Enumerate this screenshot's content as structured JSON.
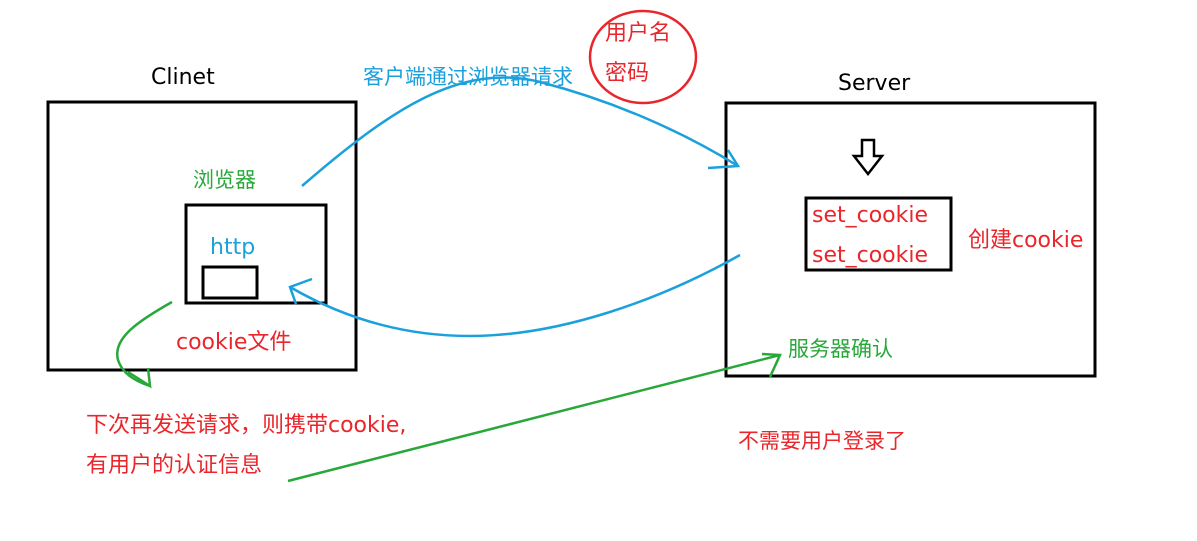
{
  "colors": {
    "black": "#000000",
    "red": "#e8262b",
    "green": "#29a83a",
    "blue": "#1aa0dc"
  },
  "client": {
    "title": "Clinet",
    "browser_label": "浏览器",
    "http_label": "http",
    "cookie_file_label": "cookie文件"
  },
  "server": {
    "title": "Server",
    "cookie_lines": [
      "set_cookie",
      "set_cookie"
    ],
    "create_label": "创建cookie",
    "confirm_label": "服务器确认"
  },
  "request": {
    "label": "客户端通过浏览器请求",
    "credentials": [
      "用户名",
      "密码"
    ]
  },
  "notes": {
    "next_request_lines": [
      "下次再发送请求，则携带cookie,",
      "有用户的认证信息"
    ],
    "no_login": "不需要用户登录了"
  },
  "icons": {
    "down_arrow": "hollow-down-arrow-icon"
  }
}
